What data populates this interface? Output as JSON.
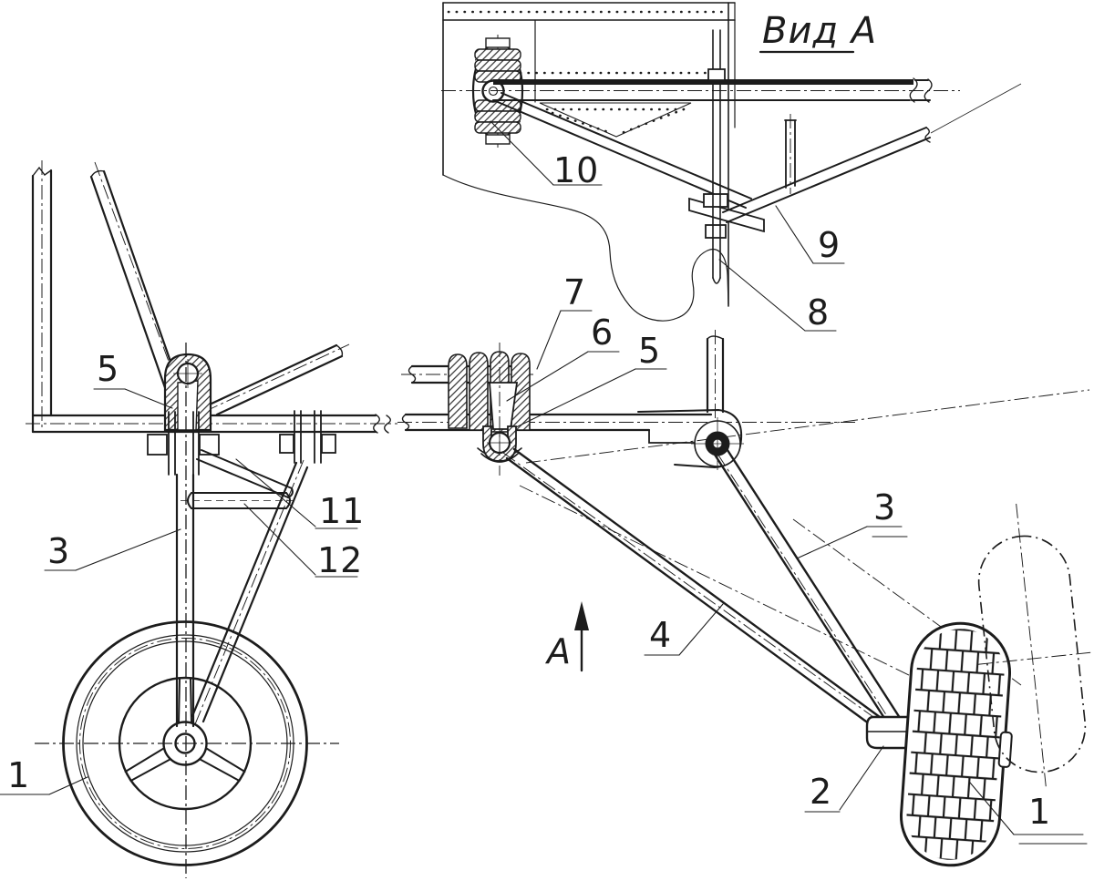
{
  "title": {
    "text": "Вид А"
  },
  "arrow": {
    "letter": "А"
  },
  "colors": {
    "ink": "#1c1c1c",
    "paper": "#ffffff"
  },
  "labels": [
    {
      "text": "10"
    },
    {
      "text": "9"
    },
    {
      "text": "8"
    },
    {
      "text": "5"
    },
    {
      "text": "3"
    },
    {
      "text": "11"
    },
    {
      "text": "12"
    },
    {
      "text": "1"
    },
    {
      "text": "7"
    },
    {
      "text": "6"
    },
    {
      "text": "5"
    },
    {
      "text": "3"
    },
    {
      "text": "4"
    },
    {
      "text": "2"
    },
    {
      "text": "1"
    }
  ]
}
